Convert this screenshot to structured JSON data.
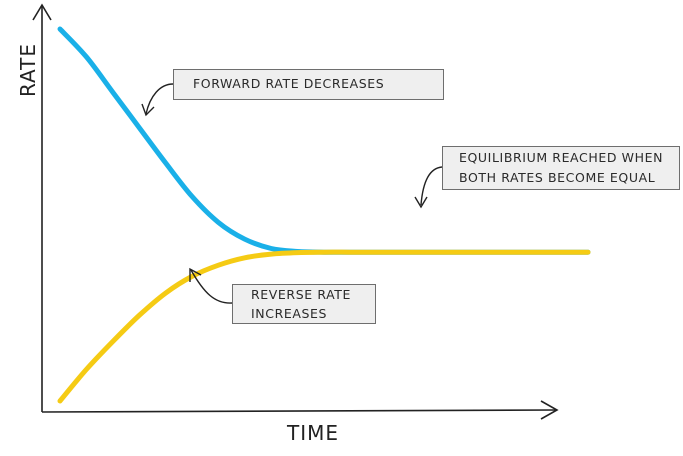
{
  "chart_data": {
    "type": "line",
    "xlabel": "TIME",
    "ylabel": "RATE",
    "grid": false,
    "legend": "none",
    "series": [
      {
        "color": "#1ab0e8",
        "x": [
          0,
          0.5,
          1,
          1.5,
          2,
          2.5,
          3,
          3.5,
          4,
          4.5,
          5,
          5.5,
          6,
          6.5,
          7,
          7.5,
          8,
          8.5,
          9,
          9.5,
          10
        ],
        "values": [
          10,
          9.25,
          8.3,
          7.35,
          6.4,
          5.5,
          4.8,
          4.35,
          4.1,
          4.02,
          4.0,
          4.0,
          4.0,
          4.0,
          4.0,
          4.0,
          4.0,
          4.0,
          4.0,
          4.0,
          4.0
        ]
      },
      {
        "color": "#f5cb14",
        "x": [
          0,
          0.5,
          1,
          1.5,
          2,
          2.5,
          3,
          3.5,
          4,
          4.5,
          5,
          5.5,
          6,
          6.5,
          7,
          7.5,
          8,
          8.5,
          9,
          9.5,
          10
        ],
        "values": [
          0,
          0.85,
          1.6,
          2.3,
          2.9,
          3.35,
          3.65,
          3.85,
          3.95,
          3.99,
          4.0,
          4.0,
          4.0,
          4.0,
          4.0,
          4.0,
          4.0,
          4.0,
          4.0,
          4.0,
          4.0
        ]
      }
    ],
    "annotations": [
      {
        "id": "forward",
        "lines": [
          "FORWARD RATE DECREASES"
        ]
      },
      {
        "id": "equilibrium",
        "lines": [
          "EQUILIBRIUM REACHED WHEN",
          "BOTH RATES BECOME EQUAL"
        ]
      },
      {
        "id": "reverse",
        "lines": [
          "REVERSE RATE",
          "INCREASES"
        ]
      }
    ]
  }
}
